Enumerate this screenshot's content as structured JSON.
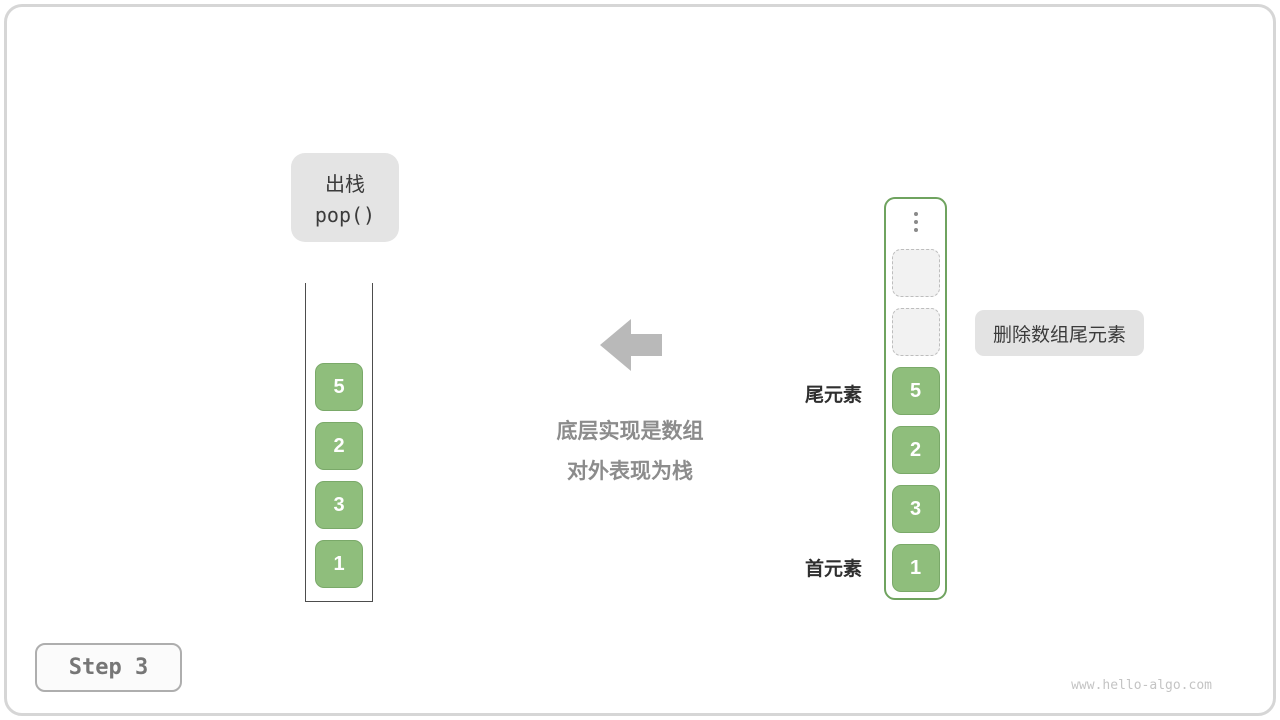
{
  "meta": {
    "step_label": "Step 3",
    "watermark": "www.hello-algo.com"
  },
  "pop_label": {
    "line1": "出栈",
    "line2": "pop()"
  },
  "left_stack": {
    "values": [
      "5",
      "2",
      "3",
      "1"
    ]
  },
  "middle": {
    "caption_line1": "底层实现是数组",
    "caption_line2": "对外表现为栈"
  },
  "right_array": {
    "empty_cell_count": 2,
    "values": [
      "5",
      "2",
      "3",
      "1"
    ],
    "tail_label": "尾元素",
    "head_label": "首元素"
  },
  "annotation": {
    "delete_note": "删除数组尾元素"
  },
  "colors": {
    "cell_green": "#8fbe7c",
    "cell_green_border": "#7aa969",
    "array_border_green": "#6fa35f",
    "label_gray_bg": "#e4e4e4",
    "arrow_gray": "#b9b9b9",
    "caption_gray": "#8c8c8c",
    "frame_gray": "#d6d6d6"
  }
}
